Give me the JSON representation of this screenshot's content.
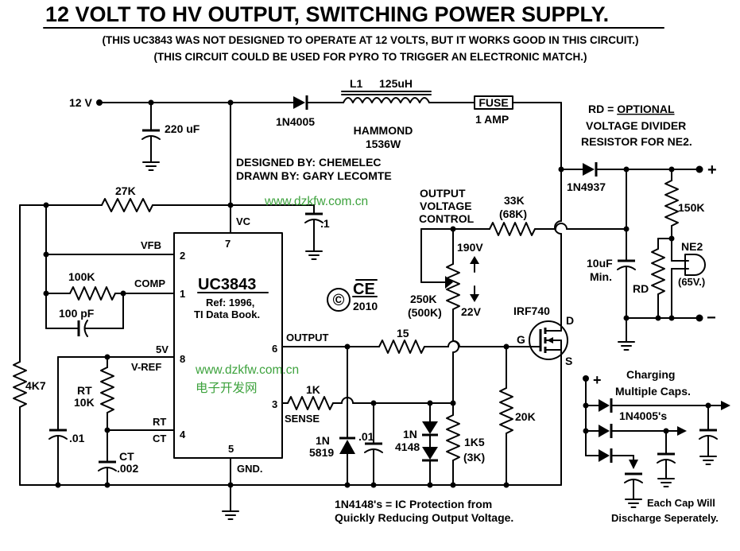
{
  "title": "12 VOLT TO HV OUTPUT,  SWITCHING POWER SUPPLY.",
  "notes": [
    "(THIS UC3843 WAS NOT DESIGNED TO OPERATE AT 12 VOLTS, BUT IT WORKS GOOD IN THIS CIRCUIT.)",
    "(THIS CIRCUIT COULD BE USED FOR PYRO TO TRIGGER AN ELECTRONIC MATCH.)"
  ],
  "input": {
    "voltage": "12 V"
  },
  "components": {
    "c_input": "220 uF",
    "l1_ref": "L1",
    "l1_value": "125uH",
    "l1_make": "HAMMOND",
    "l1_part": "1536W",
    "d_input": "1N4005",
    "fuse": "FUSE",
    "fuse_rating": "1 AMP",
    "d_output": "1N4937",
    "r_fb": "27K",
    "r_comp": "100K",
    "c_comp": "100 pF",
    "c_vc": ".1",
    "r_pullup": "4K7",
    "c_vref": ".01",
    "rt_ref": "RT",
    "rt_value": "10K",
    "ct_ref": "CT",
    "ct_value": ".002",
    "r_sense": "1K",
    "d_sense_ref": "1N",
    "d_sense_part": "5819",
    "c_sense": ".01",
    "d_prot_ref": "1N",
    "d_prot_part": "4148",
    "r_gate": "15",
    "r_sense_shunt": "1K5",
    "r_sense_shunt_alt": "(3K)",
    "r_gate_pd": "20K",
    "r_ovc": "33K",
    "r_ovc_alt": "(68K)",
    "pot": "250K",
    "pot_alt": "(500K)",
    "mosfet": "IRF740",
    "c_out": "10uF",
    "c_out_note": "Min.",
    "r_div": "150K",
    "rd": "RD",
    "ne2": "NE2",
    "ne2_v": "(65V.)"
  },
  "ic": {
    "name": "UC3843",
    "ref1": "Ref: 1996,",
    "ref2": "TI Data Book.",
    "pins": {
      "p7": "7",
      "p7_name": "VC",
      "p2": "2",
      "p2_name": "VFB",
      "p1": "1",
      "p1_name": "COMP",
      "p8": "8",
      "p8_name": "V-REF",
      "p8_v": "5V",
      "p4": "4",
      "p4_name_rt": "RT",
      "p4_name_ct": "CT",
      "p5": "5",
      "p5_name": "GND.",
      "p6": "6",
      "p6_name": "OUTPUT",
      "p3": "3",
      "p3_name": "SENSE"
    }
  },
  "mosfet_pins": {
    "g": "G",
    "d": "D",
    "s": "S"
  },
  "control": {
    "l1": "OUTPUT",
    "l2": "VOLTAGE",
    "l3": "CONTROL",
    "high": "190V",
    "low": "22V"
  },
  "credits": {
    "designed": "DESIGNED BY: CHEMELEC",
    "drawn": "DRAWN BY: GARY LECOMTE",
    "year": "2010",
    "ce": "CE"
  },
  "rd_note": {
    "l1_prefix": "RD = ",
    "l1_underlined": "OPTIONAL",
    "l2": "VOLTAGE DIVIDER",
    "l3": "RESISTOR  FOR NE2."
  },
  "terminals": {
    "plus": "+",
    "minus": "−"
  },
  "charging": {
    "plus": "+",
    "l1": "Charging",
    "l2": "Multiple Caps.",
    "diodes": "1N4005's",
    "note1": "Each Cap Will",
    "note2": "Discharge Seperately."
  },
  "protection_note": {
    "l1": "1N4148's = IC Protection from",
    "l2": "Quickly Reducing Output Voltage."
  },
  "watermarks": {
    "site": "www.dzkfw.com.cn",
    "cn": "电子开发网"
  }
}
